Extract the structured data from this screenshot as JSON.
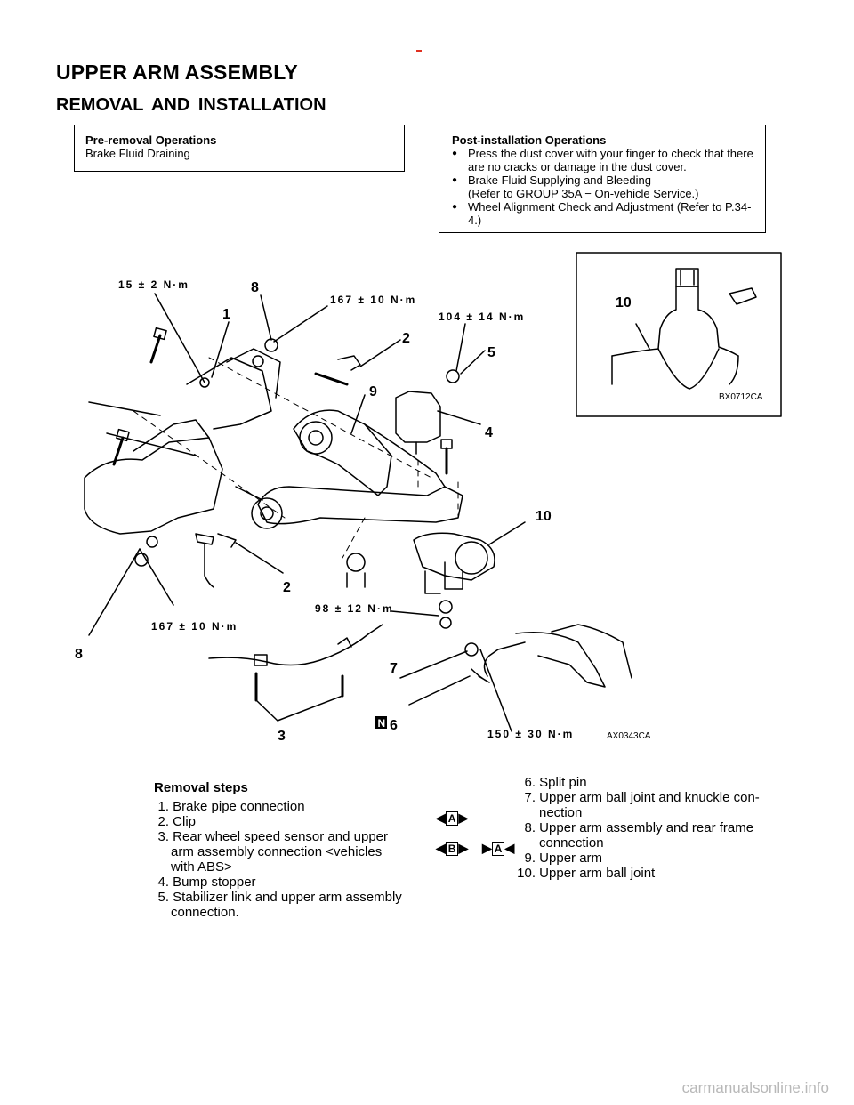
{
  "header": {
    "title": "UPPER ARM ASSEMBLY",
    "subtitle": "REMOVAL AND INSTALLATION"
  },
  "pre_removal": {
    "title": "Pre-removal Operations",
    "items": [
      "Brake Fluid Draining"
    ]
  },
  "post_installation": {
    "title": "Post-installation Operations",
    "items": [
      "Press the dust cover with your finger to check that there are no cracks or damage in the dust cover.",
      "Brake Fluid Supplying and Bleeding",
      "(Refer to GROUP 35A − On-vehicle Service.)",
      "Wheel Alignment Check and Adjustment (Refer to P.34-4.)"
    ]
  },
  "diagram": {
    "main_code": "AX0343CA",
    "inset_code": "BX0712CA",
    "torque_labels": [
      "15 ± 2 N·m",
      "167 ± 10 N·m",
      "104 ± 14 N·m",
      "167 ± 10 N·m",
      "98 ± 12 N·m",
      "150 ± 30 N·m"
    ],
    "callouts": [
      "1",
      "2",
      "2",
      "3",
      "4",
      "5",
      "6",
      "7",
      "8",
      "8",
      "9",
      "10",
      "10"
    ],
    "n_badge": "N"
  },
  "removal_steps": {
    "title": "Removal steps",
    "left": [
      {
        "num": "1.",
        "text": "Brake pipe connection"
      },
      {
        "num": "2.",
        "text": "Clip"
      },
      {
        "num": "3.",
        "text": "Rear wheel speed sensor and upper",
        "cont": [
          "arm assembly connection <vehicles",
          "with ABS>"
        ]
      },
      {
        "num": "4.",
        "text": "Bump stopper"
      },
      {
        "num": "5.",
        "text": "Stabilizer link and upper arm assembly",
        "cont": [
          "connection."
        ]
      }
    ],
    "right": [
      {
        "num": "6.",
        "text": "Split pin"
      },
      {
        "num": "7.",
        "text": "Upper arm ball joint and knuckle con-",
        "cont": [
          "nection"
        ]
      },
      {
        "num": "8.",
        "text": "Upper arm assembly and rear frame",
        "cont": [
          "connection"
        ]
      },
      {
        "num": "9.",
        "text": "Upper arm"
      },
      {
        "num": "10.",
        "text": "Upper arm ball joint"
      }
    ],
    "markers": {
      "a_install": "A",
      "b_install": "B",
      "a_remove": "A"
    }
  },
  "watermark": "carmanualsonline.info"
}
